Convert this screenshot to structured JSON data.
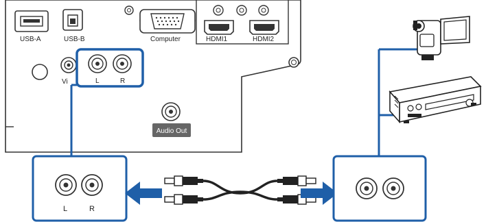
{
  "panel": {
    "usb_a_label": "USB-A",
    "usb_b_label": "USB-B",
    "computer_label": "Computer",
    "hdmi1_label": "HDMI1",
    "hdmi2_label": "HDMI2",
    "video_label_partial": "Vi",
    "audio_in_left_label": "L",
    "audio_in_right_label": "R",
    "audio_out_label": "Audio Out"
  },
  "zoom_left": {
    "left_label": "L",
    "right_label": "R"
  },
  "colors": {
    "highlight_blue": "#1f5fa8",
    "arrow_blue": "#1f5fa8",
    "outline": "#333333",
    "label_bg": "#666666"
  }
}
